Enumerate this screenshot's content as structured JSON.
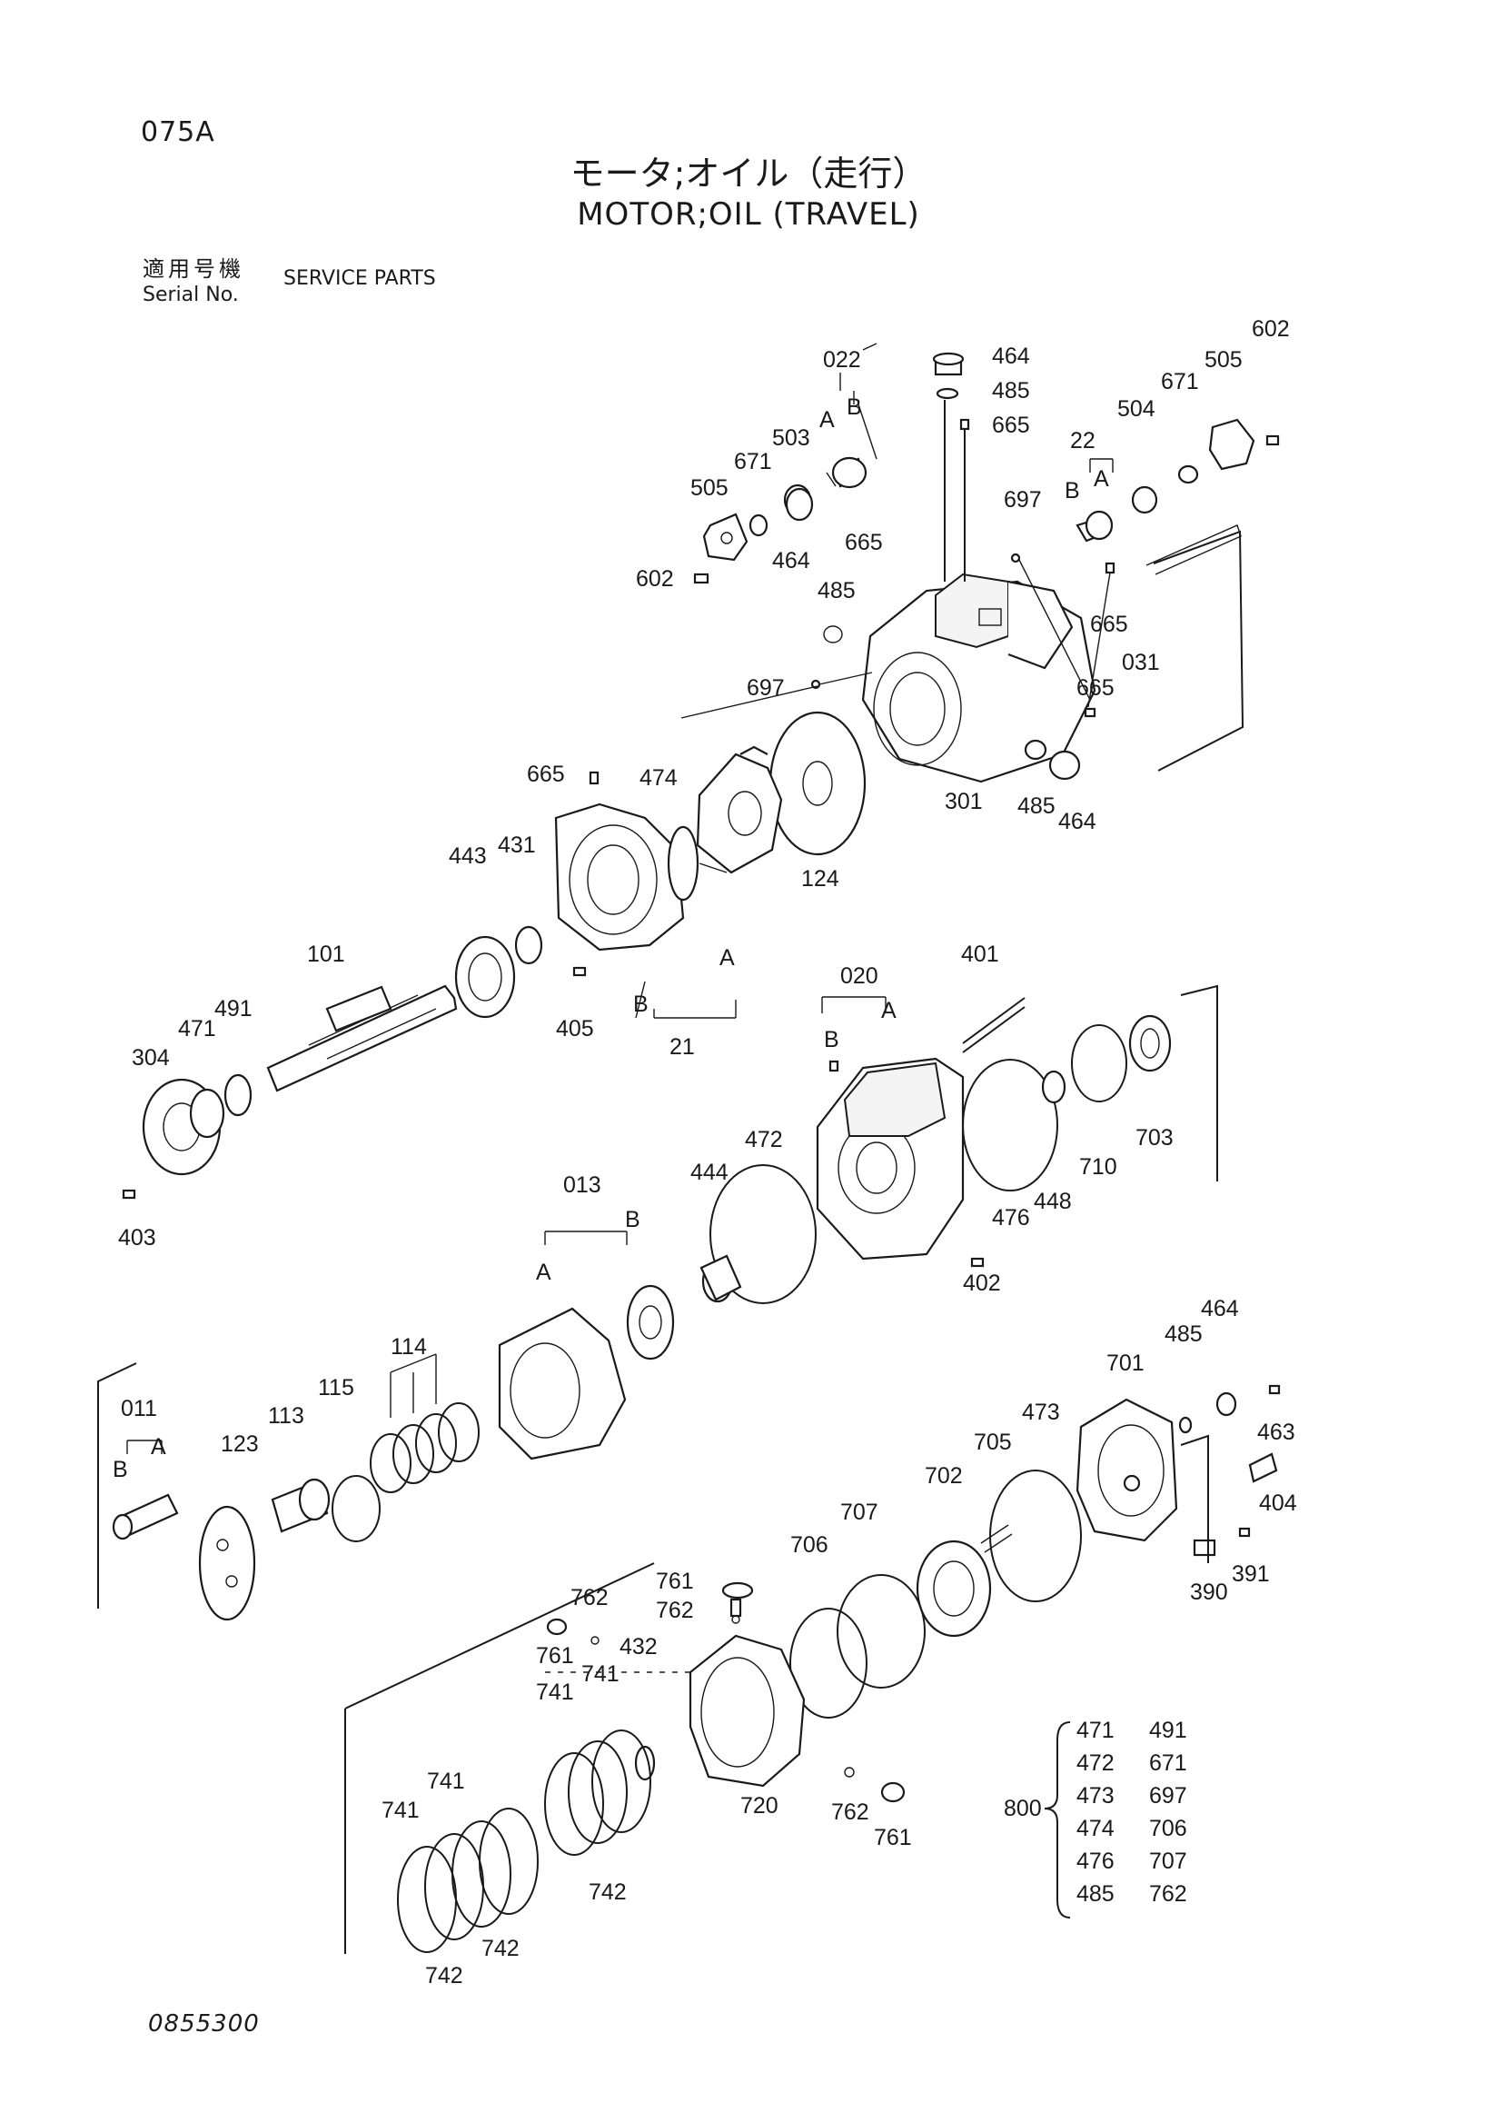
{
  "header": {
    "page_code": "075A",
    "title_jp": "モータ;オイル（走行）",
    "title_en": "MOTOR;OIL (TRAVEL)",
    "serial_label_jp": "適用号機",
    "serial_label_en": "Serial No.",
    "serial_value": "SERVICE PARTS"
  },
  "footer": {
    "doc_number": "0855300"
  },
  "callouts": {
    "c464a": "464",
    "c485a": "485",
    "c665a": "665",
    "c022": "022",
    "cA1": "A",
    "cB1": "B",
    "c503": "503",
    "c671a": "671",
    "c505a": "505",
    "c602a": "602",
    "c464b": "464",
    "c485b": "485",
    "c665b": "665",
    "c697a": "697",
    "c602b": "602",
    "c671b": "671",
    "c505b": "505",
    "c504": "504",
    "c22": "22",
    "cB2": "B",
    "cA2": "A",
    "c697b": "697",
    "c665c": "665",
    "c031": "031",
    "c665d": "665",
    "c485c": "485",
    "c464c": "464",
    "c301": "301",
    "c124": "124",
    "c665e": "665",
    "c474": "474",
    "c443": "443",
    "c431": "431",
    "cA3": "A",
    "cB3": "B",
    "c405": "405",
    "c21": "21",
    "c101": "101",
    "c304": "304",
    "c471": "471",
    "c491": "491",
    "c403": "403",
    "c020": "020",
    "cA4": "A",
    "cB4": "B",
    "c401": "401",
    "c472": "472",
    "c444": "444",
    "c476": "476",
    "c448": "448",
    "c710": "710",
    "c703": "703",
    "c402": "402",
    "c013": "013",
    "cA5": "A",
    "cB5": "B",
    "c114": "114",
    "c115": "115",
    "c113": "113",
    "c123": "123",
    "c011": "011",
    "cB6": "B",
    "cA6": "A",
    "c701": "701",
    "c485d": "485",
    "c464d": "464",
    "c463": "463",
    "c473": "473",
    "c705": "705",
    "c404": "404",
    "c702": "702",
    "c707": "707",
    "c706": "706",
    "c390": "390",
    "c391": "391",
    "c761a": "761",
    "c762a": "762",
    "c762b": "762",
    "c761b": "761",
    "c741a": "741",
    "c432": "432",
    "c741b": "741",
    "c720": "720",
    "c762c": "762",
    "c761c": "761",
    "c741c": "741",
    "c741d": "741",
    "c742a": "742",
    "c742b": "742",
    "c742c": "742"
  },
  "kit": {
    "label": "800",
    "rows": [
      [
        "471",
        "491"
      ],
      [
        "472",
        "671"
      ],
      [
        "473",
        "697"
      ],
      [
        "474",
        "706"
      ],
      [
        "476",
        "707"
      ],
      [
        "485",
        "762"
      ]
    ]
  }
}
